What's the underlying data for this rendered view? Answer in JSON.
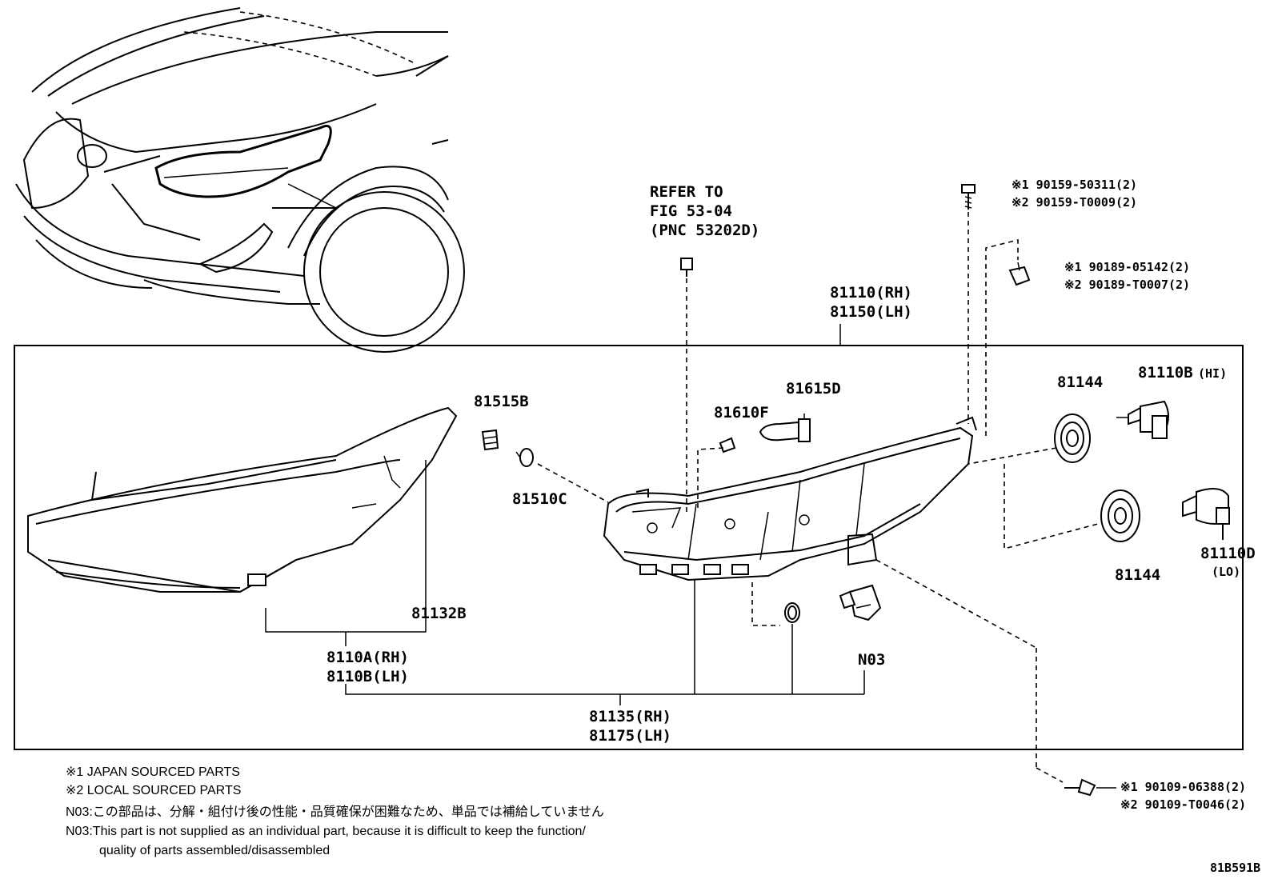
{
  "refer": {
    "line1": "REFER TO",
    "line2": "FIG 53-04",
    "line3": "(PNC 53202D)"
  },
  "labels": {
    "assy_rh": "81110(RH)",
    "assy_lh": "81150(LH)",
    "p81515B": "81515B",
    "p81510C": "81510C",
    "p81610F": "81610F",
    "p81615D": "81615D",
    "p81144_top": "81144",
    "p81144_bottom": "81144",
    "p81110B_hi": "81110B",
    "hi": "(HI)",
    "p81110D_lo": "81110D",
    "lo": "(LO)",
    "p81132B": "81132B",
    "lens_rh": "8110A(RH)",
    "lens_lh": "8110B(LH)",
    "housing_rh": "81135(RH)",
    "housing_lh": "81175(LH)",
    "n03": "N03",
    "screw_top_1": "※1 90159-50311(2)",
    "screw_top_2": "※2 90159-T0009(2)",
    "clip_1": "※1 90189-05142(2)",
    "clip_2": "※2 90189-T0007(2)",
    "bolt_1": "※1 90109-06388(2)",
    "bolt_2": "※2 90109-T0046(2)"
  },
  "notes": {
    "japan": "※1 JAPAN SOURCED PARTS",
    "local": "※2 LOCAL SOURCED PARTS",
    "n03_jp": "N03:この部品は、分解・組付け後の性能・品質確保が困難なため、単品では補給していません",
    "n03_en1": "N03:This part is not supplied as an individual part, because it is difficult to keep the function/",
    "n03_en2": "quality of parts assembled/disassembled"
  },
  "figure_id": "81B591B"
}
